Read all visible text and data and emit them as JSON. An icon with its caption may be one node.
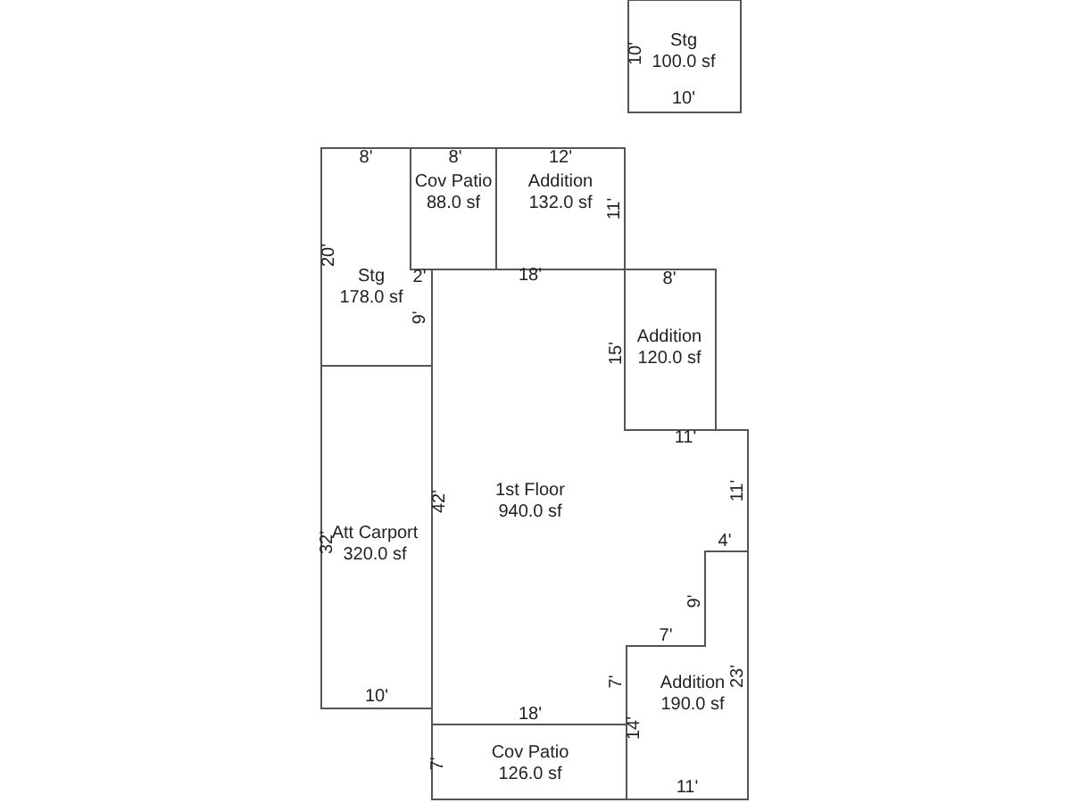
{
  "diagram": {
    "nodes": [
      {
        "text": [
          "Stg",
          "100.0 sf"
        ]
      },
      {
        "text": [
          "Stg",
          "178.0 sf"
        ]
      },
      {
        "text": [
          "Cov Patio",
          "88.0 sf"
        ]
      },
      {
        "text": [
          "Addition",
          "132.0 sf"
        ]
      },
      {
        "text": [
          "Addition",
          "120.0 sf"
        ]
      },
      {
        "text": [
          "1st Floor",
          "940.0 sf"
        ]
      },
      {
        "text": [
          "Att Carport",
          "320.0 sf"
        ]
      },
      {
        "text": [
          "Addition",
          "190.0 sf"
        ]
      },
      {
        "text": [
          "Cov Patio",
          "126.0 sf"
        ]
      }
    ],
    "labels": [
      "10'",
      "10'",
      "8'",
      "8'",
      "12'",
      "11'",
      "20'",
      "2'",
      "18'",
      "8'",
      "9'",
      "15'",
      "11'",
      "11'",
      "42'",
      "32'",
      "4'",
      "9'",
      "7'",
      "7'",
      "23'",
      "10'",
      "18'",
      "14'",
      "7'",
      "11'"
    ]
  }
}
